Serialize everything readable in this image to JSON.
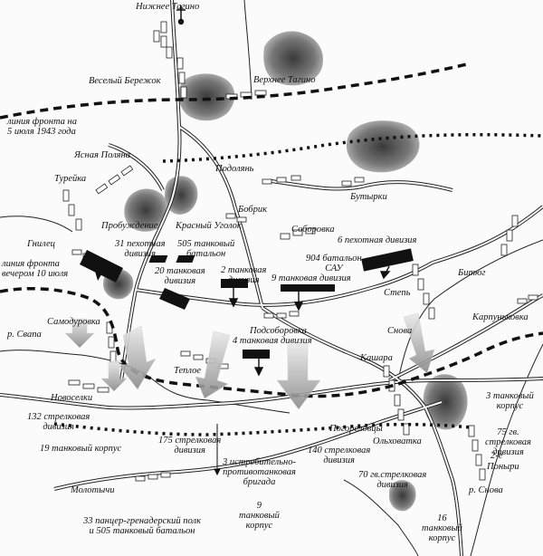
{
  "places": {
    "nizhnee_tagino": "Нижнее Тагино",
    "verkhnee_tagino": "Верхнее Тагино",
    "vesely_berezhok": "Веселый Бережок",
    "yasnaya_polyana": "Ясная Поляна",
    "podolyan": "Подолянь",
    "tureyka": "Турейка",
    "butyrki": "Бутырки",
    "bobrik": "Бобрик",
    "probuzhdenie": "Пробуждение",
    "krasny_ugolok": "Красный Уголок",
    "soborovka": "Соборовка",
    "gnilets": "Гнилец",
    "step": "Степь",
    "bityug": "Битюг",
    "karpunkovka": "Карпуньковка",
    "samodurovka": "Самодуровка",
    "podsoborovka": "Подсоборовка",
    "snova": "Снова",
    "teploe": "Теплое",
    "kashara": "Кашара",
    "novoselki": "Новоселки",
    "pogorelovtsy": "Погореловцы",
    "olkhovatka": "Ольховатка",
    "ponyri": "Поныри",
    "vtorye": "2-е",
    "molotychi": "Молотычи"
  },
  "rivers": {
    "svapa": "р. Свапа",
    "snova": "р. Снова"
  },
  "frontlines": {
    "july5_line1": "линия фронта на",
    "july5_line2": "5 июля 1943 года",
    "july10_line1": "линия фронта",
    "july10_line2": "вечером 10 июля"
  },
  "units": {
    "inf31": [
      "31 пехотная",
      "дивизия"
    ],
    "tank505": [
      "505 танковый",
      "батальон"
    ],
    "inf6": "6 пехотная дивизия",
    "tank20": [
      "20 танковая",
      "дивизия"
    ],
    "tank2": [
      "2 танковая",
      "дивизия"
    ],
    "sau904": [
      "904 батальон",
      "САУ"
    ],
    "tank9": "9 танковая дивизия",
    "tank4": [
      "4 танковая дивизия"
    ],
    "rifle132": [
      "132 стрелковая",
      "дивизия"
    ],
    "tankcorps3": [
      "3 танковый",
      "корпус"
    ],
    "rifle175": [
      "175 стрелковая",
      "дивизия"
    ],
    "tankcorps19": "19 танковый корпус",
    "guards75": [
      "75 гв.",
      "стрелковая",
      "дивизия"
    ],
    "rifle140": [
      "140 стрелковая",
      "дивизия"
    ],
    "antitank3": [
      "3 истребительно-",
      "противотанковая",
      "бригада"
    ],
    "guards70": [
      "70 гв.стрелковая",
      "дивизия"
    ],
    "tankcorps9": [
      "9",
      "танковый",
      "корпус"
    ],
    "grenadier33": [
      "33 панцер-гренадерский полк",
      "и 505 танковый батальон"
    ],
    "tankcorps16": [
      "16",
      "танковый",
      "корпус"
    ]
  }
}
